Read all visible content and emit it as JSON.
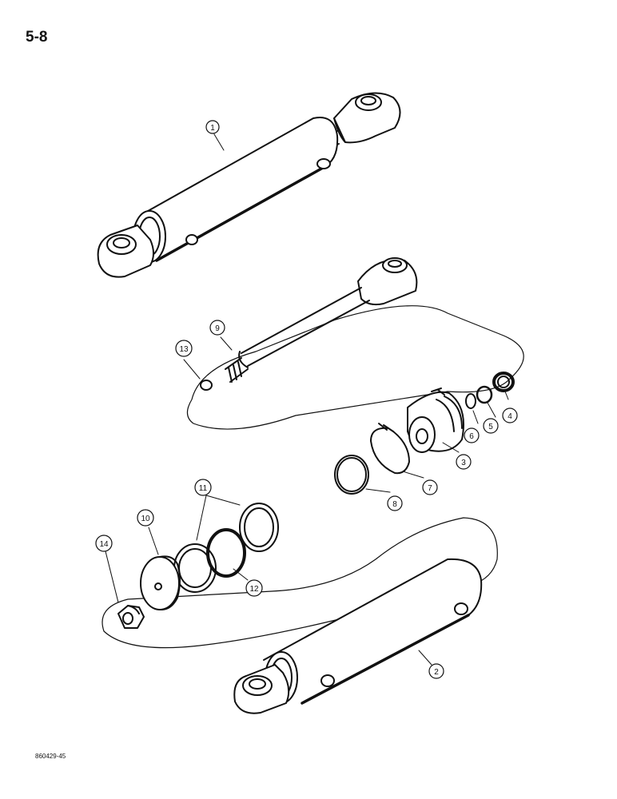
{
  "page": {
    "number": "5-8",
    "figure_code": "860429-45"
  },
  "callouts": [
    "1",
    "2",
    "3",
    "4",
    "5",
    "6",
    "7",
    "8",
    "9",
    "10",
    "11",
    "12",
    "13",
    "14"
  ]
}
